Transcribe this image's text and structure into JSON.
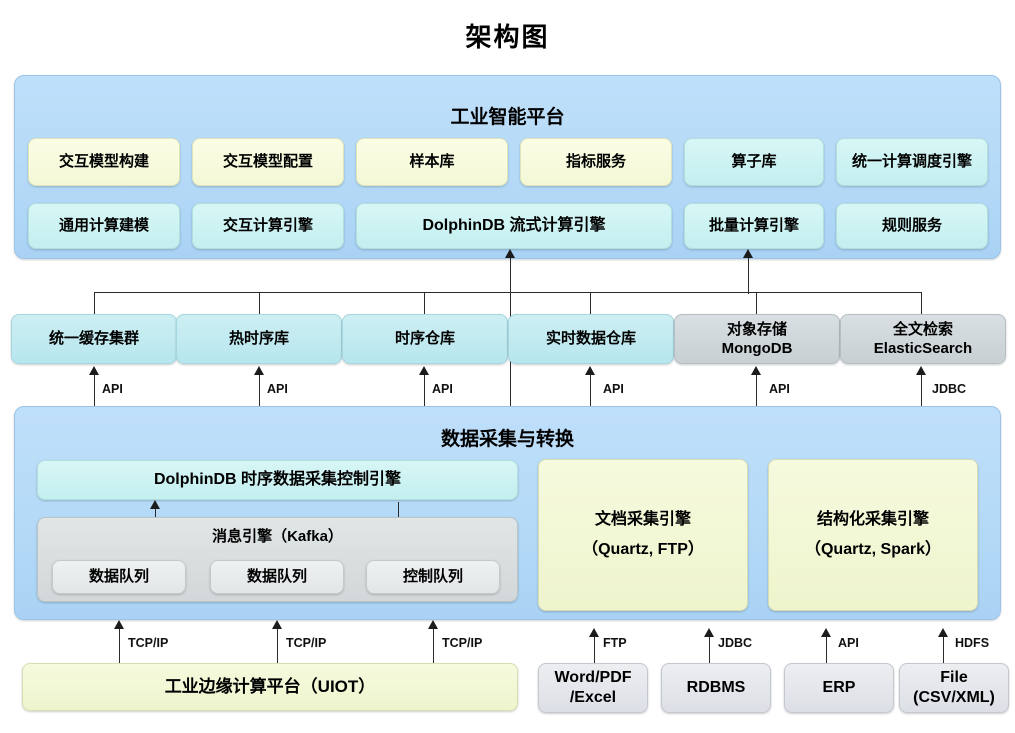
{
  "title": "架构图",
  "platform": {
    "name": "工业智能平台",
    "row1": [
      {
        "label": "交互模型构建",
        "color": "yellow"
      },
      {
        "label": "交互模型配置",
        "color": "yellow"
      },
      {
        "label": "样本库",
        "color": "yellow"
      },
      {
        "label": "指标服务",
        "color": "yellow"
      },
      {
        "label": "算子库",
        "color": "cyan"
      },
      {
        "label": "统一计算调度引擎",
        "color": "cyan"
      }
    ],
    "row2": [
      {
        "label": "通用计算建模",
        "color": "cyan"
      },
      {
        "label": "交互计算引擎",
        "color": "cyan"
      },
      {
        "label": "DolphinDB 流式计算引擎",
        "color": "cyan"
      },
      {
        "label": "批量计算引擎",
        "color": "cyan"
      },
      {
        "label": "规则服务",
        "color": "cyan"
      }
    ]
  },
  "storage": {
    "items": [
      {
        "line1": "统一缓存集群",
        "line2": "",
        "color": "cyan",
        "protocol": "API"
      },
      {
        "line1": "热时序库",
        "line2": "",
        "color": "cyan",
        "protocol": "API"
      },
      {
        "line1": "时序仓库",
        "line2": "",
        "color": "cyan",
        "protocol": "API"
      },
      {
        "line1": "实时数据仓库",
        "line2": "",
        "color": "cyan",
        "protocol": "API"
      },
      {
        "line1": "对象存储",
        "line2": "MongoDB",
        "color": "gray",
        "protocol": "API"
      },
      {
        "line1": "全文检索",
        "line2": "ElasticSearch",
        "color": "gray",
        "protocol": "JDBC"
      }
    ]
  },
  "collection": {
    "name": "数据采集与转换",
    "control_engine": "DolphinDB 时序数据采集控制引擎",
    "kafka": {
      "label": "消息引擎（Kafka）",
      "queues": [
        "数据队列",
        "数据队列",
        "控制队列"
      ]
    },
    "engines": [
      {
        "line1": "文档采集引擎",
        "line2": "（Quartz, FTP）"
      },
      {
        "line1": "结构化采集引擎",
        "line2": "（Quartz, Spark）"
      }
    ]
  },
  "sources": {
    "edge_platform": "工业边缘计算平台（UIOT）",
    "edge_protocols": [
      "TCP/IP",
      "TCP/IP",
      "TCP/IP"
    ],
    "external": [
      {
        "line1": "Word/PDF",
        "line2": "/Excel",
        "protocol": "FTP"
      },
      {
        "line1": "RDBMS",
        "line2": "",
        "protocol": "JDBC"
      },
      {
        "line1": "ERP",
        "line2": "",
        "protocol": "API"
      },
      {
        "line1": "File",
        "line2": "(CSV/XML)",
        "protocol": "HDFS"
      }
    ]
  },
  "colors": {
    "band": "#b4daf7",
    "yellow": "#f4f8d6",
    "cyan": "#c3efef",
    "gray": "#c8d0d4",
    "line": "#2b2b2b"
  }
}
